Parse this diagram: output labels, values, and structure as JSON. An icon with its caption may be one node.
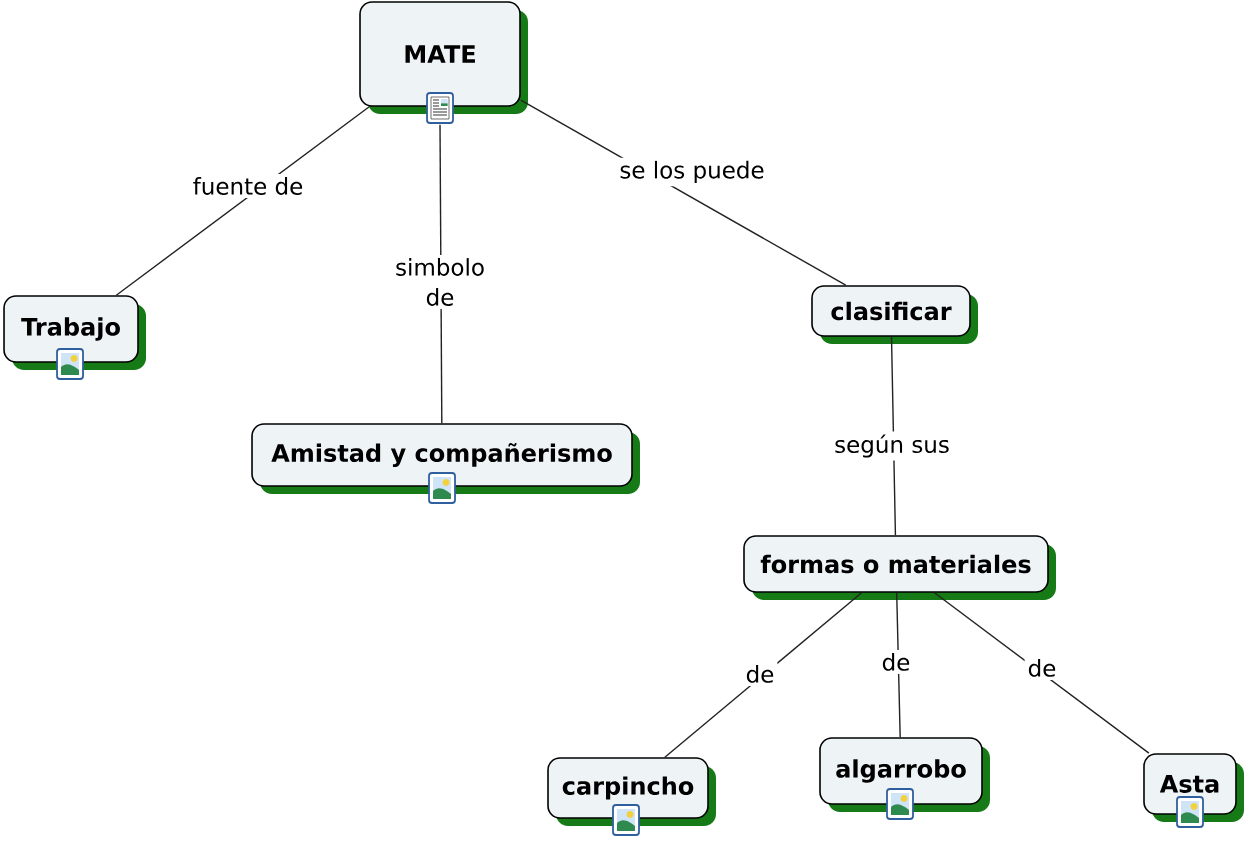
{
  "diagram": {
    "nodes": [
      {
        "text": [
          "MATE"
        ]
      },
      {
        "text": [
          "Trabajo"
        ]
      },
      {
        "text": [
          "Amistad y compañerismo"
        ]
      },
      {
        "text": [
          "clasificar"
        ]
      },
      {
        "text": [
          "formas o materiales"
        ]
      },
      {
        "text": [
          "carpincho"
        ]
      },
      {
        "text": [
          "algarrobo"
        ]
      },
      {
        "text": [
          "Asta"
        ]
      }
    ],
    "edges": [
      {
        "from": 0,
        "to": 1,
        "arrow": "none",
        "label": "fuente de"
      },
      {
        "from": 0,
        "to": 2,
        "arrow": "none",
        "label": "simbolo de"
      },
      {
        "from": 0,
        "to": 3,
        "arrow": "none",
        "label": "se los puede"
      },
      {
        "from": 3,
        "to": 4,
        "arrow": "none",
        "label": "según sus"
      },
      {
        "from": 4,
        "to": 5,
        "arrow": "none",
        "label": "de"
      },
      {
        "from": 4,
        "to": 6,
        "arrow": "none",
        "label": "de"
      },
      {
        "from": 4,
        "to": 7,
        "arrow": "none",
        "label": "de"
      }
    ]
  }
}
